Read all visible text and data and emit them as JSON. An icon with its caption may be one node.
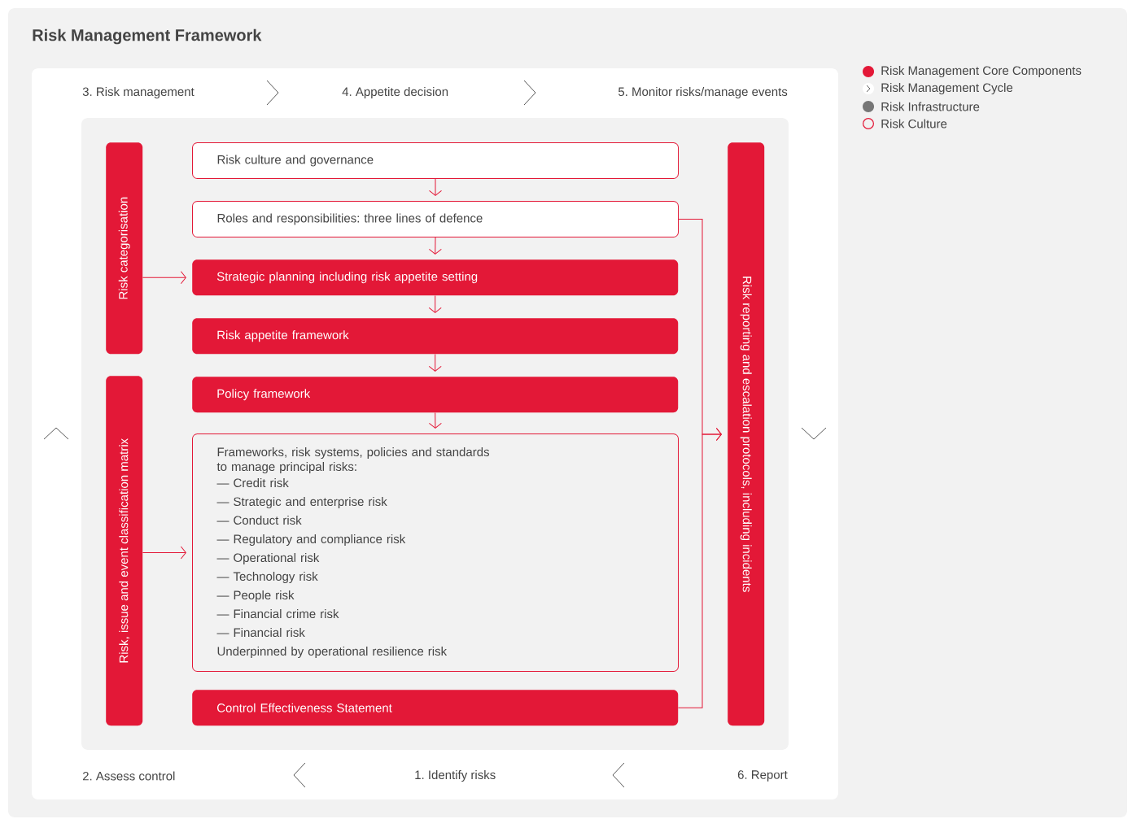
{
  "diagram": {
    "title": "Risk Management Framework",
    "nodes": [
      {
        "text": [
          "3. Risk management"
        ]
      },
      {
        "text": [
          "4. Appetite decision"
        ]
      },
      {
        "text": [
          "5. Monitor risks/manage events"
        ]
      },
      {
        "text": [
          "Risk categorisation"
        ]
      },
      {
        "text": [
          "Risk culture and governance"
        ]
      },
      {
        "text": [
          "Roles and responsibilities: three lines of defence"
        ]
      },
      {
        "text": [
          "Strategic planning including risk appetite setting"
        ]
      },
      {
        "text": [
          "Risk appetite framework"
        ]
      },
      {
        "text": [
          "Policy framework"
        ]
      },
      {
        "text": [
          "Frameworks, risk systems, policies and standards to manage principal risks:",
          "— Credit risk",
          "— Strategic and enterprise risk",
          "— Conduct risk",
          "— Regulatory and compliance risk",
          "— Operational risk",
          "— Technology risk",
          "— People risk",
          "— Financial crime risk",
          "— Financial risk",
          "Underpinned by operational resilience risk"
        ]
      },
      {
        "text": [
          "Risk, issue and event classification matrix"
        ]
      },
      {
        "text": [
          "Control Effectiveness Statement"
        ]
      },
      {
        "text": [
          "Risk reporting and escalation protocols, including incidents"
        ]
      },
      {
        "text": [
          "2. Assess control"
        ]
      },
      {
        "text": [
          "1. Identify risks"
        ]
      },
      {
        "text": [
          "6. Report"
        ]
      }
    ],
    "edges": [
      {
        "from": 4,
        "to": 5,
        "arrow": "to"
      },
      {
        "from": 5,
        "to": 6,
        "arrow": "to"
      },
      {
        "from": 6,
        "to": 7,
        "arrow": "to"
      },
      {
        "from": 7,
        "to": 8,
        "arrow": "to"
      },
      {
        "from": 8,
        "to": 9,
        "arrow": "to"
      },
      {
        "from": 3,
        "to": 6,
        "arrow": "to"
      },
      {
        "from": 10,
        "to": 9,
        "arrow": "to"
      },
      {
        "from": 5,
        "to": 12,
        "arrow": "to"
      },
      {
        "from": 11,
        "to": 12,
        "arrow": "to"
      }
    ],
    "legend": [
      {
        "text": "Risk Management Core Components",
        "color": "#e31837"
      },
      {
        "text": "Risk Management Cycle"
      },
      {
        "text": "Risk Infrastructure",
        "color": "#767676"
      },
      {
        "text": "Risk Culture"
      }
    ]
  }
}
